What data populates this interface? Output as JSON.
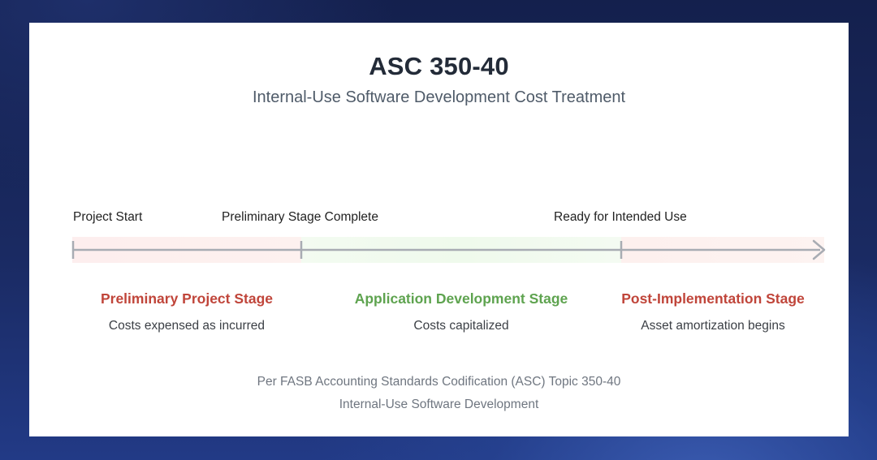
{
  "title": "ASC 350-40",
  "subtitle": "Internal-Use Software Development Cost Treatment",
  "colors": {
    "expense_stage": "#c0453a",
    "capitalize_stage": "#5ea34f",
    "timeline_line": "#a8acb3",
    "expense_band": "#fdeeee",
    "capitalize_band": "#eefaec"
  },
  "milestones": [
    {
      "label": "Project Start"
    },
    {
      "label": "Preliminary Stage Complete"
    },
    {
      "label": "Ready for Intended Use"
    }
  ],
  "stages": [
    {
      "title": "Preliminary Project Stage",
      "description": "Costs expensed as incurred"
    },
    {
      "title": "Application Development Stage",
      "description": "Costs capitalized"
    },
    {
      "title": "Post-Implementation Stage",
      "description": "Asset amortization begins"
    }
  ],
  "footer": {
    "line1": "Per FASB Accounting Standards Codification (ASC) Topic 350-40",
    "line2": "Internal-Use Software Development"
  }
}
